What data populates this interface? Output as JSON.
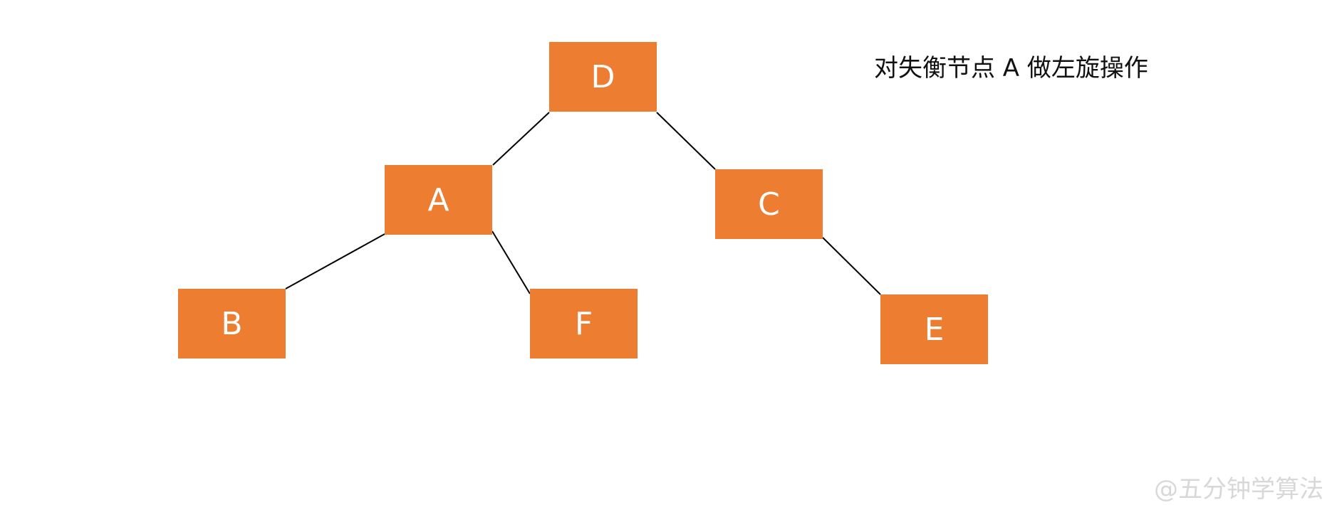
{
  "caption": "对失衡节点 A 做左旋操作",
  "watermark": "@五分钟学算法",
  "node_color": "#ED7D31",
  "nodes": {
    "d": "D",
    "a": "A",
    "c": "C",
    "b": "B",
    "f": "F",
    "e": "E"
  },
  "edges": [
    [
      "D",
      "A"
    ],
    [
      "D",
      "C"
    ],
    [
      "A",
      "B"
    ],
    [
      "A",
      "F"
    ],
    [
      "C",
      "E"
    ]
  ]
}
